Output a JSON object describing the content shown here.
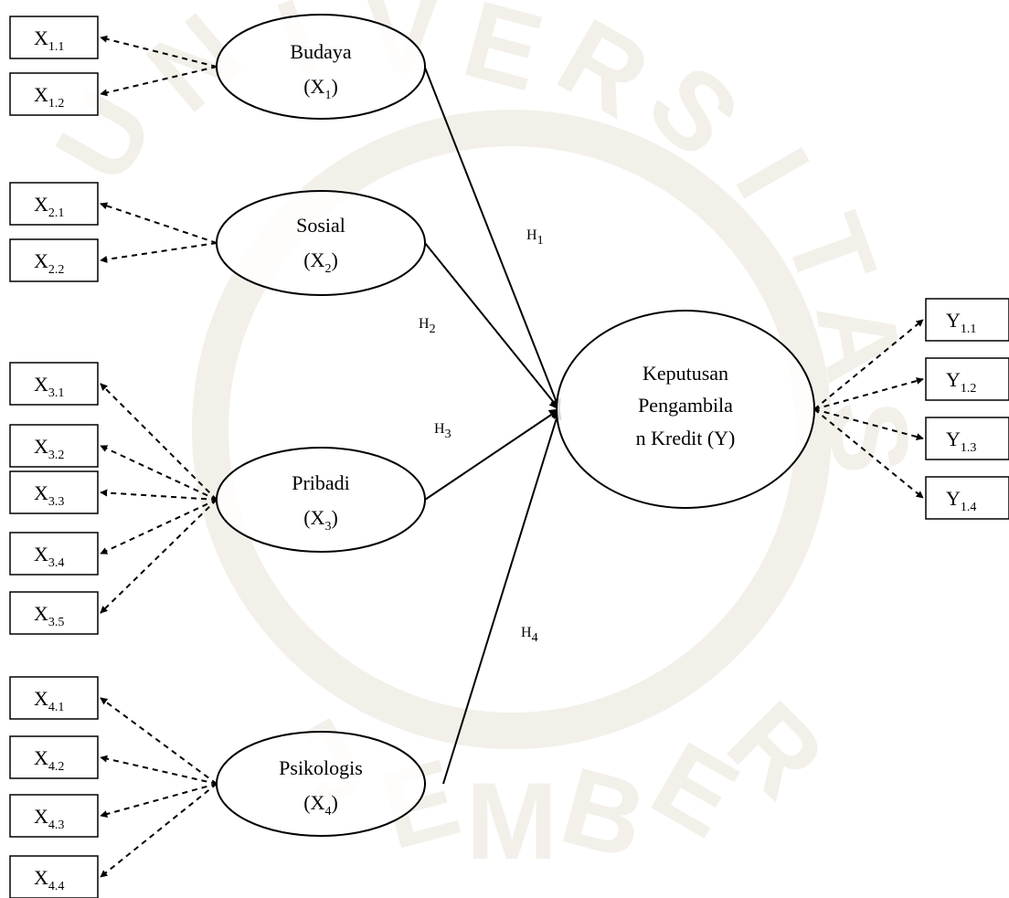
{
  "watermark": {
    "letters": [
      "U",
      "N",
      "I",
      "V",
      "E",
      "R",
      "S",
      "I",
      "T",
      "A",
      "S"
    ],
    "bottom_letters": [
      "J",
      "E",
      "M",
      "B",
      "E",
      "R"
    ],
    "color": "#f3f0ea"
  },
  "latents": [
    {
      "id": "x1",
      "line1": "Budaya",
      "line2_base": "(X",
      "line2_sub": "1",
      "line2_end": ")"
    },
    {
      "id": "x2",
      "line1": "Sosial",
      "line2_base": "(X",
      "line2_sub": "2",
      "line2_end": ")"
    },
    {
      "id": "x3",
      "line1": "Pribadi",
      "line2_base": "(X",
      "line2_sub": "3",
      "line2_end": ")"
    },
    {
      "id": "x4",
      "line1": "Psikologis",
      "line2_base": "(X",
      "line2_sub": "4",
      "line2_end": ")"
    }
  ],
  "outcome": {
    "line1": "Keputusan",
    "line2": "Pengambila",
    "line3": "n Kredit (Y)"
  },
  "indicators_x": [
    {
      "base": "X",
      "sub": "1.1",
      "latent": "x1"
    },
    {
      "base": "X",
      "sub": "1.2",
      "latent": "x1"
    },
    {
      "base": "X",
      "sub": "2.1",
      "latent": "x2"
    },
    {
      "base": "X",
      "sub": "2.2",
      "latent": "x2"
    },
    {
      "base": "X",
      "sub": "3.1",
      "latent": "x3"
    },
    {
      "base": "X",
      "sub": "3.2",
      "latent": "x3"
    },
    {
      "base": "X",
      "sub": "3.3",
      "latent": "x3"
    },
    {
      "base": "X",
      "sub": "3.4",
      "latent": "x3"
    },
    {
      "base": "X",
      "sub": "3.5",
      "latent": "x3"
    },
    {
      "base": "X",
      "sub": "4.1",
      "latent": "x4"
    },
    {
      "base": "X",
      "sub": "4.2",
      "latent": "x4"
    },
    {
      "base": "X",
      "sub": "4.3",
      "latent": "x4"
    },
    {
      "base": "X",
      "sub": "4.4",
      "latent": "x4"
    }
  ],
  "indicators_y": [
    {
      "base": "Y",
      "sub": "1.1"
    },
    {
      "base": "Y",
      "sub": "1.2"
    },
    {
      "base": "Y",
      "sub": "1.3"
    },
    {
      "base": "Y",
      "sub": "1.4"
    }
  ],
  "hypotheses": [
    {
      "base": "H",
      "sub": "1",
      "from": "x1"
    },
    {
      "base": "H",
      "sub": "2",
      "from": "x2"
    },
    {
      "base": "H",
      "sub": "3",
      "from": "x3"
    },
    {
      "base": "H",
      "sub": "4",
      "from": "x4"
    }
  ]
}
